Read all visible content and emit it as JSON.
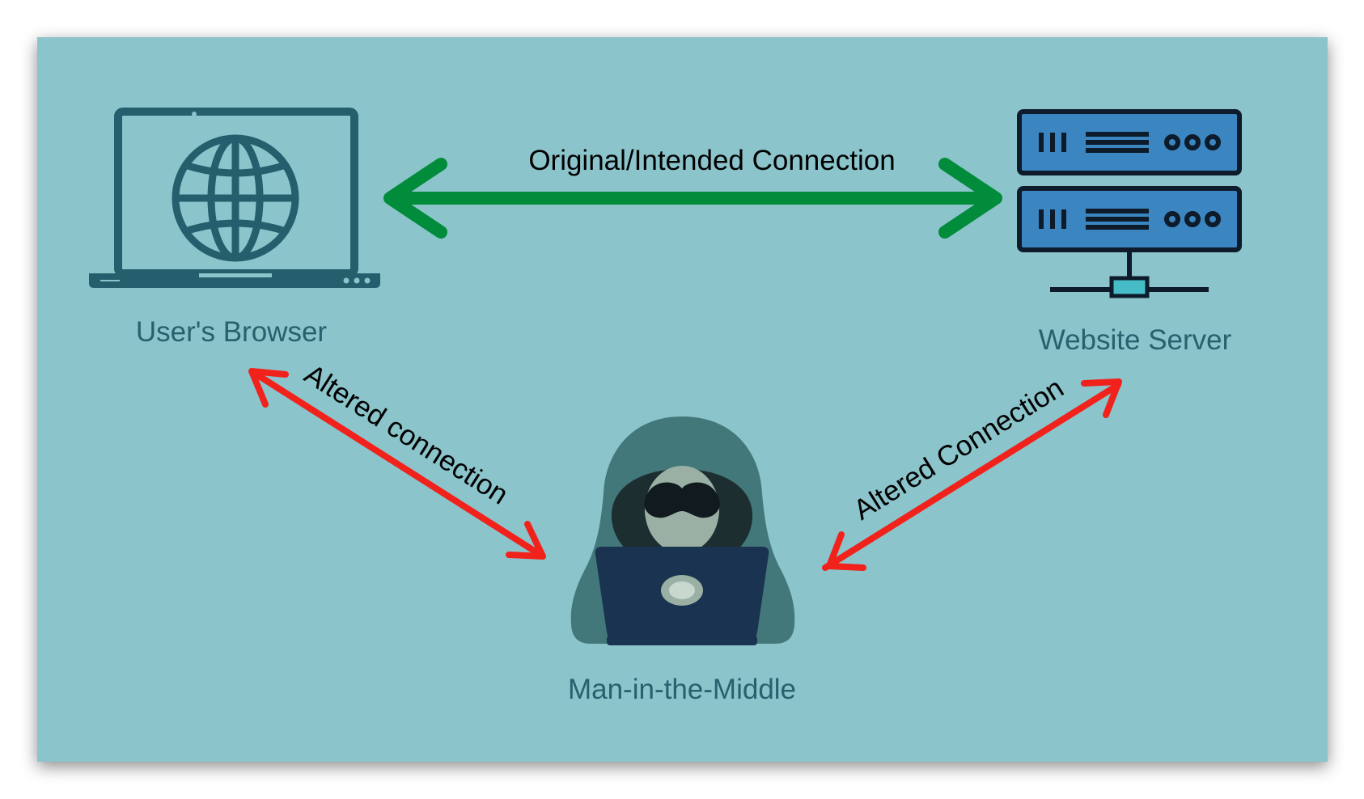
{
  "colors": {
    "background": "#8bc4cb",
    "icon_dark": "#255f6d",
    "server_blue": "#3b86c1",
    "server_outline": "#0d1b2a",
    "server_foot": "#46bcc6",
    "hacker_hood": "#43787b",
    "hacker_face": "#9bb0a4",
    "hacker_mask": "#111a1e",
    "hacker_laptop": "#1a3350",
    "intended_arrow": "#008c3a",
    "altered_arrow": "#f1221b",
    "label_text": "#2b5f6e",
    "edge_text": "#000000"
  },
  "nodes": {
    "browser": {
      "label": "User's Browser",
      "icon": "laptop-globe-icon"
    },
    "server": {
      "label": "Website Server",
      "icon": "server-rack-icon"
    },
    "attacker": {
      "label": "Man-in-the-Middle",
      "icon": "hooded-hacker-icon"
    }
  },
  "edges": {
    "intended": {
      "label": "Original/Intended Connection",
      "from": "browser",
      "to": "server",
      "direction": "bidirectional"
    },
    "altered_left": {
      "label": "Altered connection",
      "from": "browser",
      "to": "attacker",
      "direction": "bidirectional"
    },
    "altered_right": {
      "label": "Altered Connection",
      "from": "attacker",
      "to": "server",
      "direction": "bidirectional"
    }
  }
}
